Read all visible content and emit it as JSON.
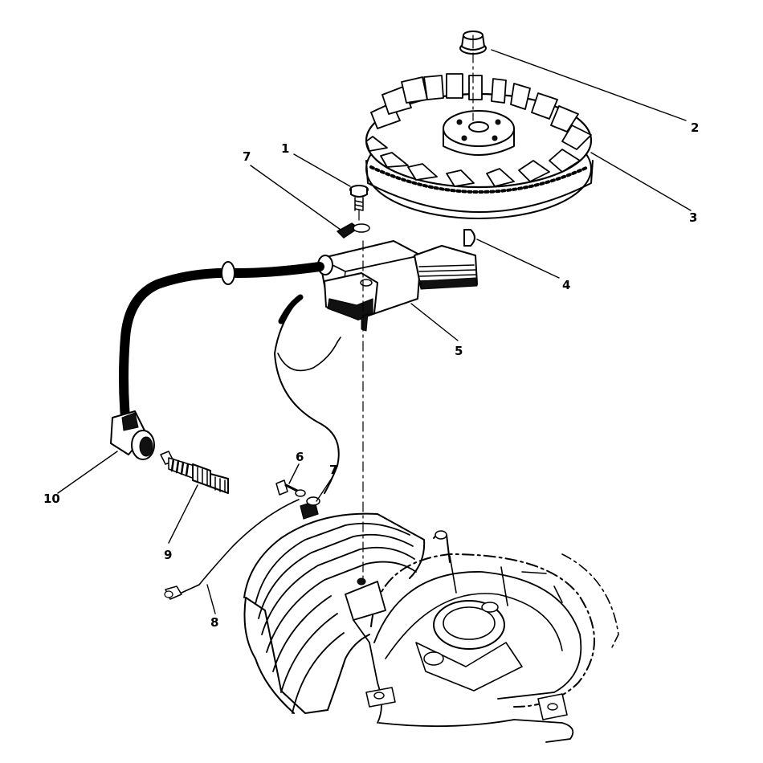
{
  "callouts": [
    {
      "id": "1",
      "label": "1"
    },
    {
      "id": "2",
      "label": "2"
    },
    {
      "id": "3",
      "label": "3"
    },
    {
      "id": "4",
      "label": "4"
    },
    {
      "id": "5",
      "label": "5"
    },
    {
      "id": "6",
      "label": "6"
    },
    {
      "id": "7a",
      "label": "7"
    },
    {
      "id": "7b",
      "label": "7"
    },
    {
      "id": "8",
      "label": "8"
    },
    {
      "id": "9",
      "label": "9"
    },
    {
      "id": "10",
      "label": "10"
    }
  ],
  "colors": {
    "ink": "#000000",
    "paper": "#ffffff"
  }
}
